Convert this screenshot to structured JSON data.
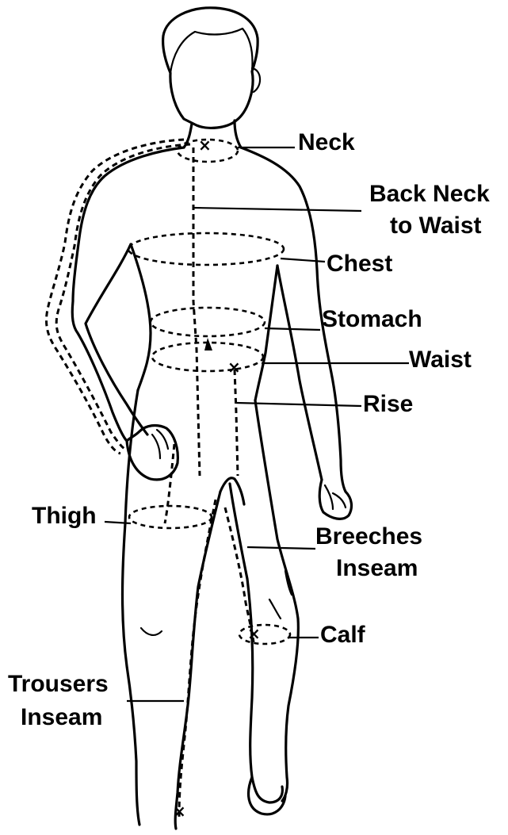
{
  "labels": {
    "neck": "Neck",
    "back_neck_line1": "Back Neck",
    "back_neck_line2": "to Waist",
    "chest": "Chest",
    "stomach": "Stomach",
    "waist": "Waist",
    "rise": "Rise",
    "thigh": "Thigh",
    "breeches_line1": "Breeches",
    "breeches_line2": "Inseam",
    "calf": "Calf",
    "trousers_line1": "Trousers",
    "trousers_line2": "Inseam"
  },
  "marker_glyph": "×"
}
